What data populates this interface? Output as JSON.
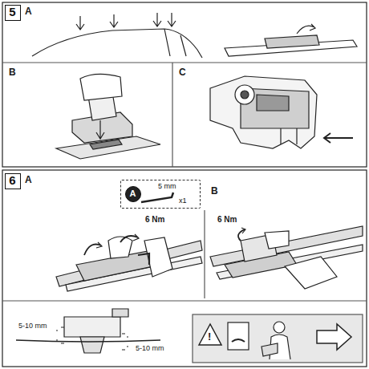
{
  "diagram": {
    "nodes": [
      {
        "text": [
          "5"
        ]
      },
      {
        "text": [
          "6"
        ]
      },
      {
        "text": [
          "5 mm",
          "x1"
        ]
      },
      {
        "text": [
          "A"
        ],
        "in": 2
      }
    ],
    "labels": [
      "A",
      "B",
      "C",
      "A",
      "B",
      "6 Nm",
      "6 Nm",
      "5-10 mm",
      "5-10 mm",
      "!"
    ]
  }
}
